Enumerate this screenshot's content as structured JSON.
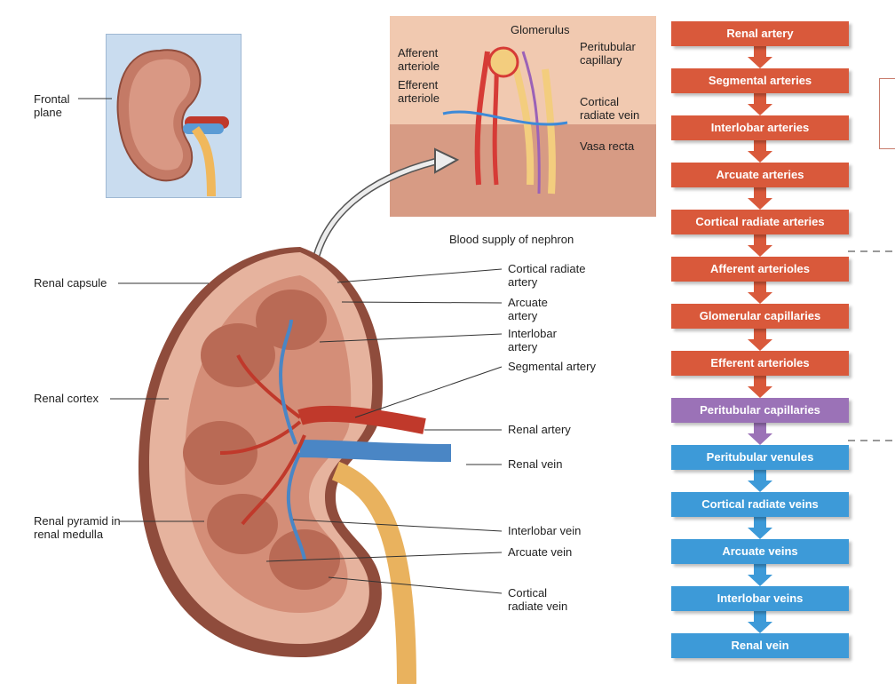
{
  "inset": {
    "label": "Frontal plane"
  },
  "nephron": {
    "caption": "Blood supply of nephron",
    "labels": {
      "glomerulus": "Glomerulus",
      "afferent": "Afferent arteriole",
      "efferent": "Efferent arteriole",
      "peritubular": "Peritubular capillary",
      "cortical_vein": "Cortical radiate vein",
      "vasa_recta": "Vasa recta"
    }
  },
  "kidney_labels": {
    "left": {
      "capsule": "Renal capsule",
      "cortex": "Renal cortex",
      "pyramid": "Renal pyramid in renal medulla"
    },
    "right": {
      "cortical_artery": "Cortical radiate artery",
      "arcuate_artery": "Arcuate artery",
      "interlobar_artery": "Interlobar artery",
      "segmental": "Segmental artery",
      "renal_artery": "Renal artery",
      "renal_vein": "Renal vein",
      "interlobar_vein": "Interlobar vein",
      "arcuate_vein": "Arcuate vein",
      "cortical_vein": "Cortical radiate vein"
    }
  },
  "flow": {
    "steps": [
      {
        "label": "Renal artery",
        "color": "red"
      },
      {
        "label": "Segmental arteries",
        "color": "red"
      },
      {
        "label": "Interlobar arteries",
        "color": "red"
      },
      {
        "label": "Arcuate arteries",
        "color": "red"
      },
      {
        "label": "Cortical radiate arteries",
        "color": "red"
      },
      {
        "label": "Afferent arterioles",
        "color": "red"
      },
      {
        "label": "Glomerular capillaries",
        "color": "red"
      },
      {
        "label": "Efferent arterioles",
        "color": "red"
      },
      {
        "label": "Peritubular capillaries",
        "color": "purple"
      },
      {
        "label": "Peritubular venules",
        "color": "blue"
      },
      {
        "label": "Cortical radiate veins",
        "color": "blue"
      },
      {
        "label": "Arcuate veins",
        "color": "blue"
      },
      {
        "label": "Interlobar veins",
        "color": "blue"
      },
      {
        "label": "Renal vein",
        "color": "blue"
      }
    ],
    "colors": {
      "red": "#d9593b",
      "purple": "#9b72b7",
      "blue": "#3d9ad8"
    }
  }
}
